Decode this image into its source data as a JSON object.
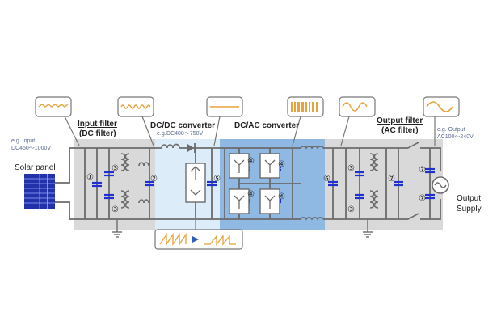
{
  "source": {
    "input_example_label": "e.g. Input",
    "input_example_value": "DC450～1000V",
    "name": "Solar panel"
  },
  "sections": {
    "input_filter": {
      "title": "Input filter",
      "subtitle": "(DC filter)"
    },
    "dcdc": {
      "title": "DC/DC converter",
      "example_label": "e.g.",
      "example_value": "DC400～750V"
    },
    "dcac": {
      "title": "DC/AC converter"
    },
    "output_filter": {
      "title": "Output filter",
      "subtitle": "(AC filter)"
    }
  },
  "output": {
    "example_label": "e.g. Output",
    "example_value": "AC100～240V",
    "name_line1": "Output",
    "name_line2": "Supply"
  },
  "markers": [
    "①",
    "②",
    "③",
    "④",
    "⑤",
    "⑥",
    "⑦"
  ],
  "colors": {
    "wire": "#6b6b6b",
    "capacitor": "#1f2fd0",
    "input_zone": "#d9d9d9",
    "dcdc_zone": "#dcecf8",
    "dcac_zone": "#8fb8e2",
    "waveform_orange": "#e8a23a",
    "arrow_blue": "#2e5dbd"
  }
}
